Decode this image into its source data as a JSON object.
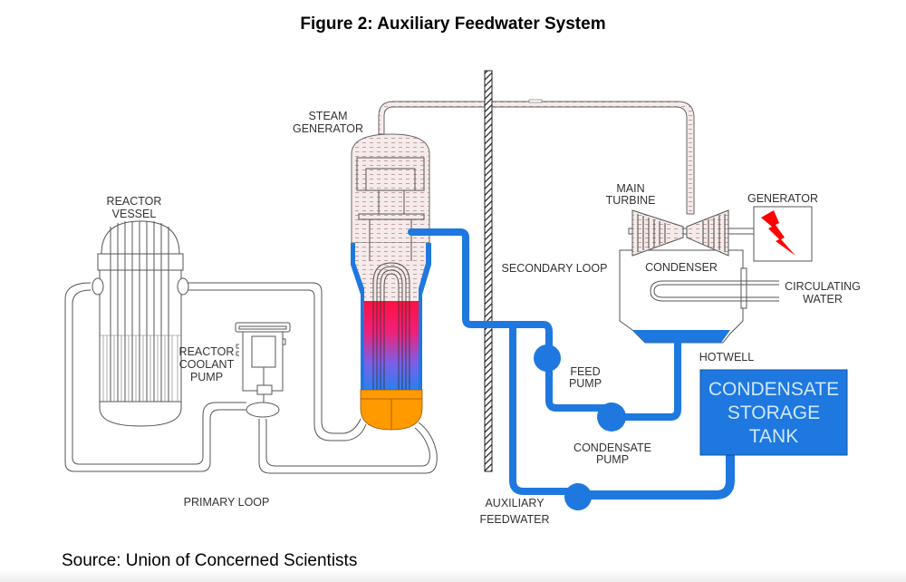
{
  "figure": {
    "title": "Figure 2:  Auxiliary Feedwater System",
    "source": "Source:  Union of Concerned Scientists"
  },
  "labels": {
    "reactor_vessel": [
      "REACTOR",
      "VESSEL"
    ],
    "steam_generator": [
      "STEAM",
      "GENERATOR"
    ],
    "reactor_coolant_pump": [
      "REACTOR",
      "COOLANT",
      "PUMP"
    ],
    "primary_loop": "PRIMARY LOOP",
    "secondary_loop": "SECONDARY LOOP",
    "main_turbine": [
      "MAIN",
      "TURBINE"
    ],
    "generator": "GENERATOR",
    "condenser": "CONDENSER",
    "circulating_water": [
      "CIRCULATING",
      "WATER"
    ],
    "hotwell": "HOTWELL",
    "feed_pump": [
      "FEED",
      "PUMP"
    ],
    "condensate_pump": [
      "CONDENSATE",
      "PUMP"
    ],
    "auxiliary_feedwater": [
      "AUXILIARY",
      "FEEDWATER"
    ],
    "condensate_storage_tank": [
      "CONDENSATE",
      "STORAGE",
      "TANK"
    ]
  },
  "colors": {
    "water_blue": "#1e78e0",
    "hot_red": "#ff1040",
    "orange": "#ff9a00",
    "steam_fill": "#f4e6e6",
    "lightning_red": "#ff0000",
    "line_gray": "#555555"
  }
}
